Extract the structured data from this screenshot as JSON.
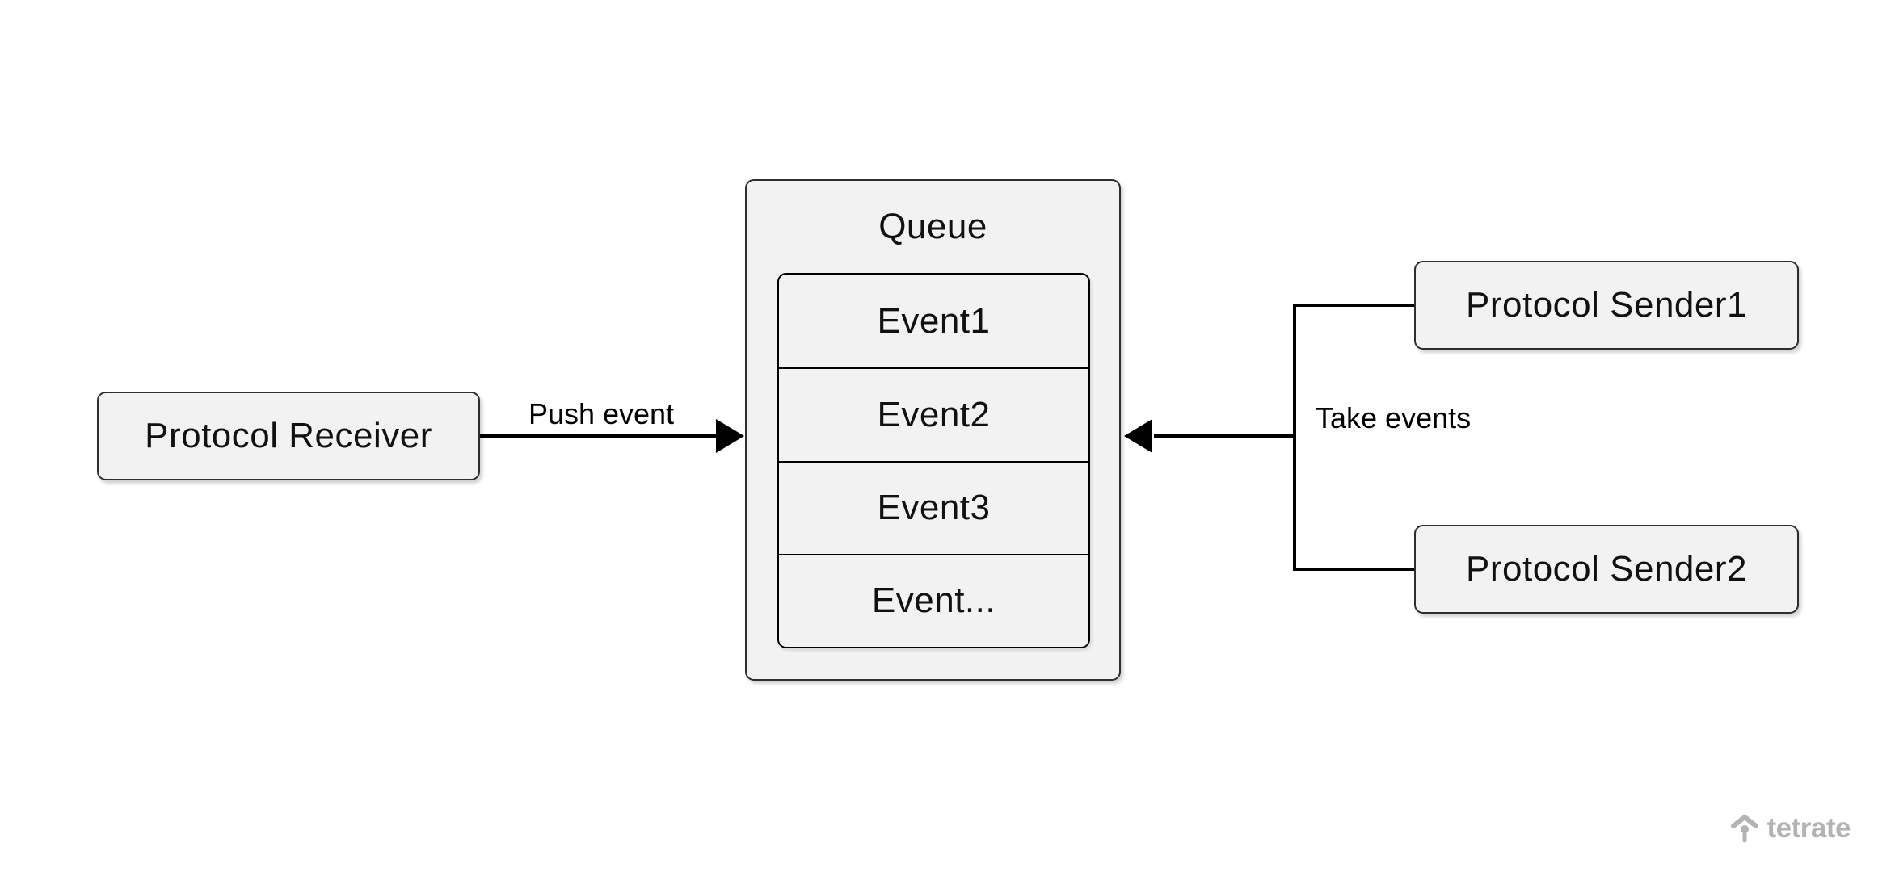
{
  "diagram": {
    "background_color": "#ffffff",
    "node_fill_color": "#f2f2f2",
    "node_border_color": "#2e2e2e",
    "connector_color": "#000000",
    "nodes": {
      "receiver": {
        "label": "Protocol Receiver"
      },
      "queue": {
        "title": "Queue",
        "events": [
          {
            "label": "Event1"
          },
          {
            "label": "Event2"
          },
          {
            "label": "Event3"
          },
          {
            "label": "Event..."
          }
        ]
      },
      "sender1": {
        "label": "Protocol Sender1"
      },
      "sender2": {
        "label": "Protocol Sender2"
      }
    },
    "edges": {
      "push": {
        "label": "Push event"
      },
      "take": {
        "label": "Take events"
      }
    },
    "branding": {
      "logo_text": "tetrate",
      "logo_color": "#b3b3b3"
    }
  }
}
